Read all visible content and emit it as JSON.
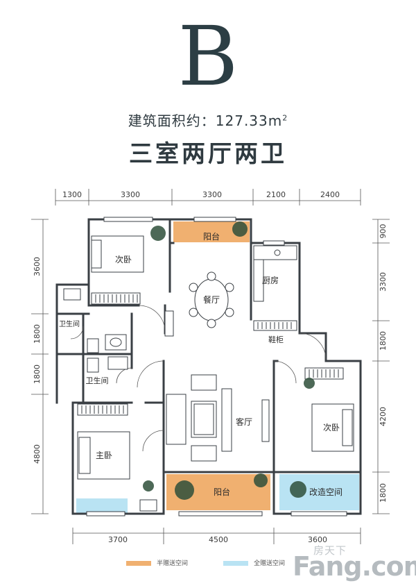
{
  "header": {
    "letter": "B",
    "area_label": "建筑面积约：127.33m",
    "area_sup": "2",
    "layout": "三室两厅两卫"
  },
  "dimensions": {
    "top": [
      "1300",
      "3300",
      "3300",
      "2100",
      "2400"
    ],
    "left": [
      "3600",
      "1800",
      "1800",
      "4800"
    ],
    "right": [
      "900",
      "3300",
      "1800",
      "4200",
      "1800"
    ],
    "bottom": [
      "3700",
      "4500",
      "3600"
    ]
  },
  "rooms": {
    "balcony_top": "阳台",
    "second_bedroom_nw": "次卧",
    "dining": "餐厅",
    "kitchen": "厨房",
    "bathroom_1": "卫生间",
    "shoe_cabinet": "鞋柜",
    "bathroom_2": "卫生间",
    "living": "客厅",
    "second_bedroom_e": "次卧",
    "master_bedroom": "主卧",
    "balcony_bottom": "阳台",
    "converted_space": "改造空间"
  },
  "legend": {
    "half_gift": "半赠送空间",
    "full_gift": "全赠送空间",
    "half_color": "#f0b070",
    "full_color": "#b9e3f3"
  },
  "watermark": {
    "top": "房天下",
    "main": "Fang.com"
  }
}
